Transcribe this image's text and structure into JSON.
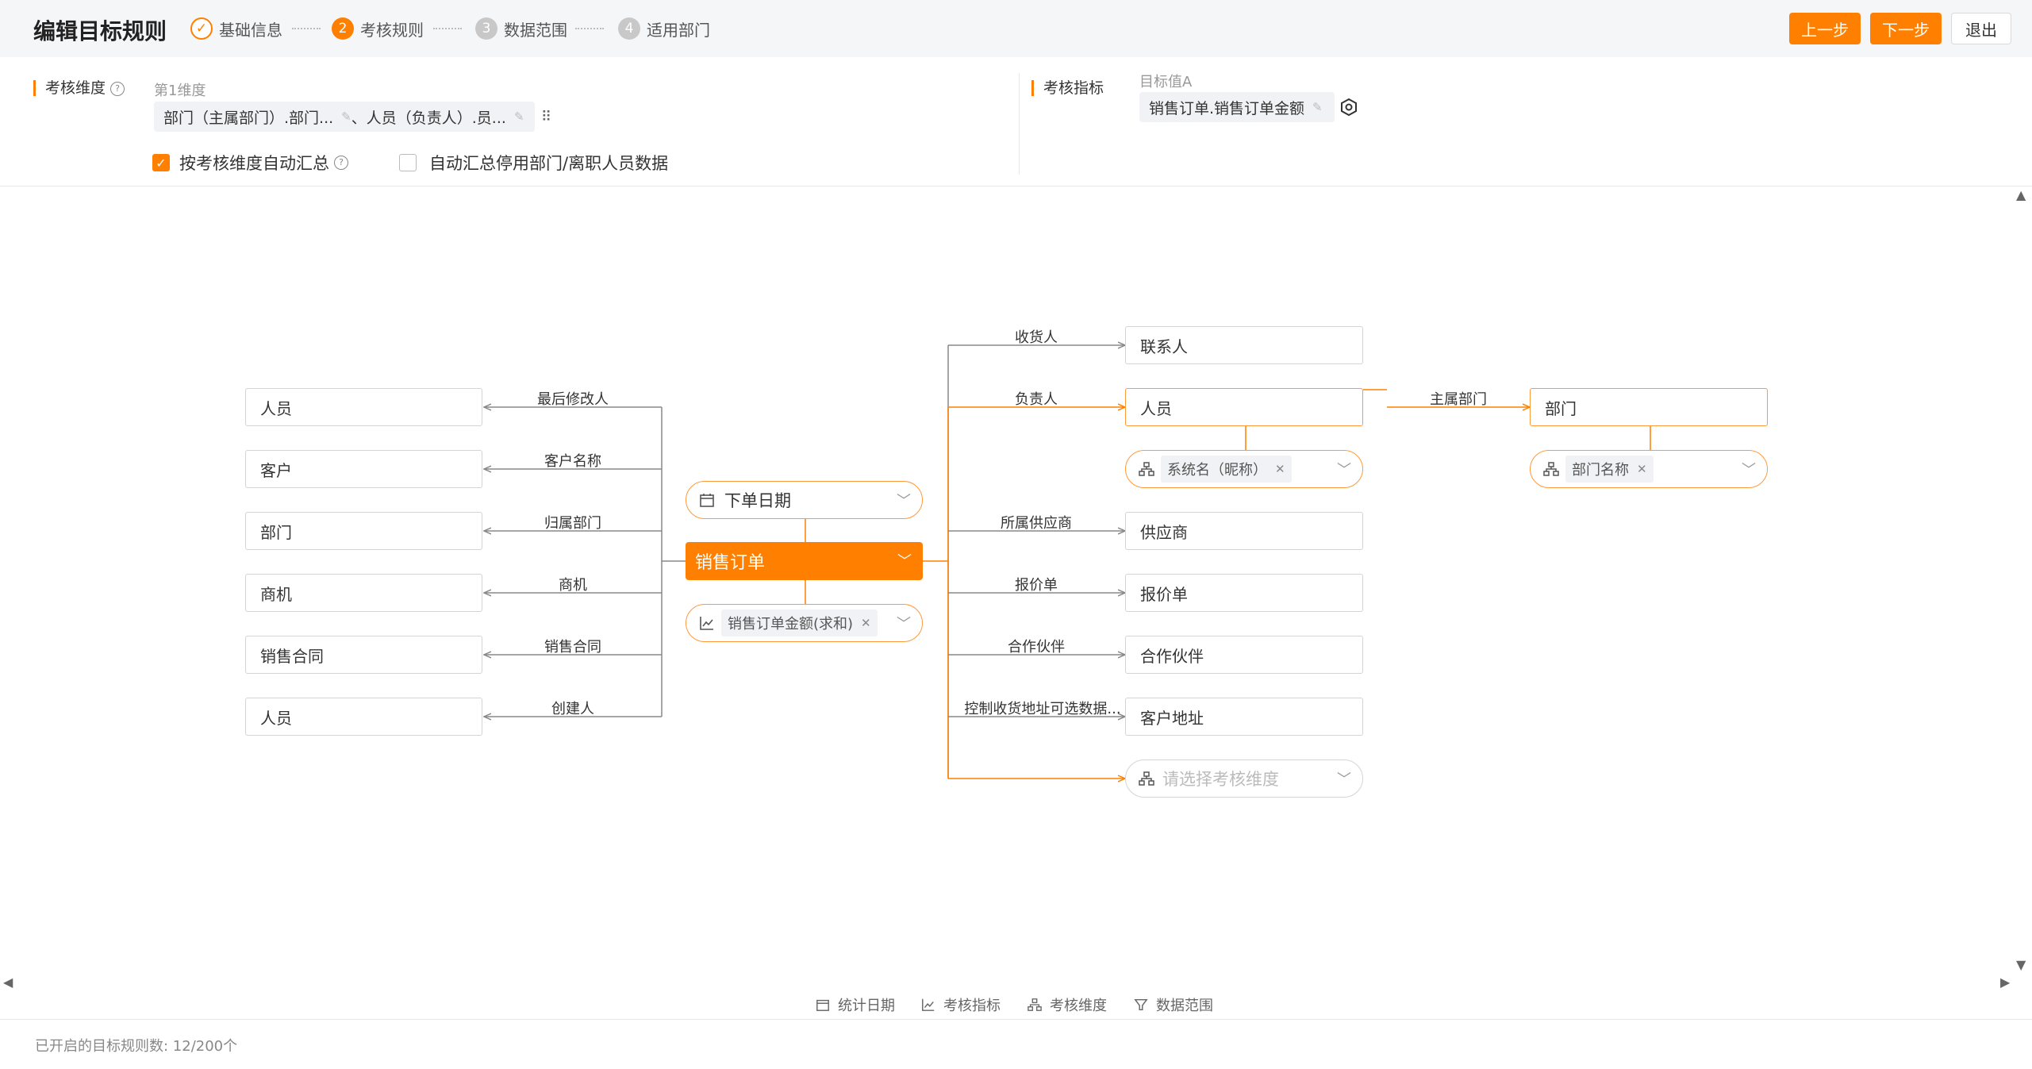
{
  "header": {
    "title": "编辑目标规则",
    "steps": [
      {
        "num": "✓",
        "label": "基础信息"
      },
      {
        "num": "2",
        "label": "考核规则"
      },
      {
        "num": "3",
        "label": "数据范围"
      },
      {
        "num": "4",
        "label": "适用部门"
      }
    ],
    "prev_label": "上一步",
    "next_label": "下一步",
    "exit_label": "退出"
  },
  "config": {
    "dimension_label": "考核维度",
    "dimension_sub": "第1维度",
    "dimension_chip": "部门（主属部门）.部门...",
    "dimension_chip_sep": "、",
    "dimension_chip2": "人员（负责人）.员...",
    "auto_sum_label": "按考核维度自动汇总",
    "auto_sum_checked": true,
    "disabled_sum_label": "自动汇总停用部门/离职人员数据",
    "disabled_sum_checked": false,
    "metric_label": "考核指标",
    "metric_sub": "目标值A",
    "metric_chip": "销售订单.销售订单金额"
  },
  "graph": {
    "center": "销售订单",
    "date_field": "下单日期",
    "metric_field": "销售订单金额(求和)",
    "left": [
      {
        "edge": "最后修改人",
        "node": "人员"
      },
      {
        "edge": "客户名称",
        "node": "客户"
      },
      {
        "edge": "归属部门",
        "node": "部门"
      },
      {
        "edge": "商机",
        "node": "商机"
      },
      {
        "edge": "销售合同",
        "node": "销售合同"
      },
      {
        "edge": "创建人",
        "node": "人员"
      }
    ],
    "right": [
      {
        "edge": "收货人",
        "node": "联系人"
      },
      {
        "edge": "负责人",
        "node": "人员"
      },
      {
        "edge": "所属供应商",
        "node": "供应商"
      },
      {
        "edge": "报价单",
        "node": "报价单"
      },
      {
        "edge": "合作伙伴",
        "node": "合作伙伴"
      },
      {
        "edge": "控制收货地址可选数据...",
        "node": "客户地址"
      }
    ],
    "person_dim_tag": "系统名（昵称）",
    "dept_edge": "主属部门",
    "dept_node": "部门",
    "dept_dim_tag": "部门名称",
    "select_placeholder": "请选择考核维度"
  },
  "toolbar": {
    "stat_date": "统计日期",
    "metric": "考核指标",
    "dimension": "考核维度",
    "data_range": "数据范围"
  },
  "footer": {
    "count_text": "已开启的目标规则数: 12/200个"
  },
  "colors": {
    "accent": "#ff8000",
    "accent_light": "#ff9a3c",
    "line_gray": "#888888"
  }
}
